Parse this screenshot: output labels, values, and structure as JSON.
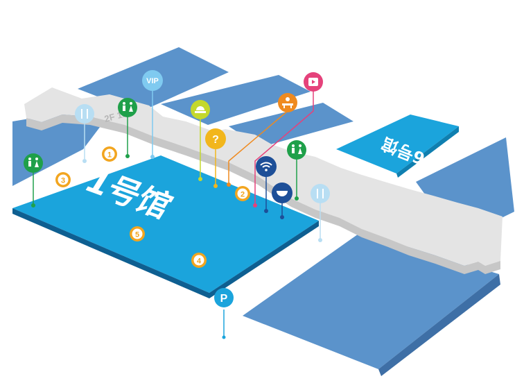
{
  "halls": {
    "hall_1": {
      "label": "1号馆",
      "color": "#1ba4dc"
    },
    "hall_6": {
      "label": "6号馆",
      "color": "#1ba4dc"
    }
  },
  "corridor_marks": "2F 1F",
  "pins": {
    "vip": {
      "text": "VIP",
      "icon": "vip-badge",
      "color": "#7fcaf0"
    },
    "question": {
      "text": "?",
      "icon": "info-desk-icon",
      "color": "#f2b61c"
    },
    "parking": {
      "text": "P",
      "icon": "parking-icon",
      "color": "#1ba4dc"
    },
    "restroom_1": {
      "icon": "restroom-icon",
      "color": "#1fa04a"
    },
    "restroom_2": {
      "icon": "restroom-icon",
      "color": "#1fa04a"
    },
    "restroom_3": {
      "icon": "restroom-icon",
      "color": "#1fa04a"
    },
    "restaurant_1": {
      "icon": "restaurant-icon",
      "color": "#b8def3"
    },
    "restaurant_2": {
      "icon": "restaurant-icon",
      "color": "#b8def3"
    },
    "service": {
      "icon": "service-desk-icon",
      "color": "#c4d82c"
    },
    "meeting": {
      "icon": "meeting-room-icon",
      "color": "#ef8a1f"
    },
    "video": {
      "icon": "video-icon",
      "color": "#e5427b"
    },
    "wifi": {
      "icon": "wifi-icon",
      "color": "#1d4f98"
    },
    "cafe": {
      "icon": "cafe-icon",
      "color": "#1d4f98"
    }
  },
  "entrances": [
    "1",
    "2",
    "3",
    "4",
    "5"
  ],
  "colors": {
    "hall_blue": "#1ba4dc",
    "other_hall": "#5b93cb",
    "corridor": "#e4e4e4",
    "badge_orange": "#f2a51f"
  }
}
